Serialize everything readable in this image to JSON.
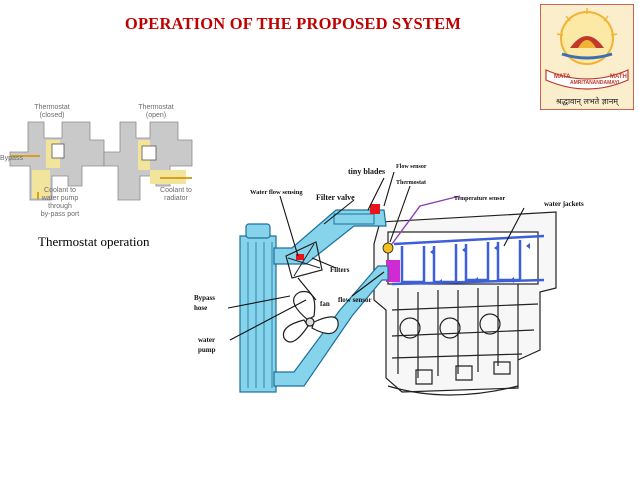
{
  "title": "OPERATION OF THE PROPOSED SYSTEM",
  "logo": {
    "ribbon_left": "MATA",
    "ribbon_center": "AMRITANANDAMAYI",
    "ribbon_right": "MATH",
    "motto": "श्रद्धावान् लभते ज्ञानम्",
    "colors": {
      "primary": "#c0392b",
      "sun": "#f2b233",
      "bg": "#fbeecd"
    }
  },
  "thermostat": {
    "closed_label": "Thermostat\n(closed)",
    "open_label": "Thermostat\n(open)",
    "bypass_label": "Bypass",
    "coolant_pump_label": "Coolant to\nwater pump\nthrough\nby-pass port",
    "coolant_radiator_label": "Coolant to\nradiator",
    "caption": "Thermostat operation"
  },
  "engine_labels": {
    "water_flow_sensing": "Water flow sensing",
    "filter_valve": "Filter valve",
    "tiny_blades": "tiny blades",
    "flow_sensor_top": "Flow sensor",
    "thermostat": "Thermostat",
    "temperature_sensor": "Temperature sensor",
    "water_jackets": "water jackets",
    "filters": "Filters",
    "flow_sensor": "flow sensor",
    "fan": "fan",
    "bypass_hose": "Bypass\nhose",
    "water_pump": "water\npump"
  },
  "colors": {
    "title": "#c00000",
    "coolant": "#86d4ec",
    "coolant_stroke": "#1e6f9a",
    "jacket": "#3d5fd8",
    "sensor_line": "#8b3fb3",
    "red_valve": "#e8141b",
    "magenta": "#d12ad4",
    "yellow": "#f0c020"
  }
}
